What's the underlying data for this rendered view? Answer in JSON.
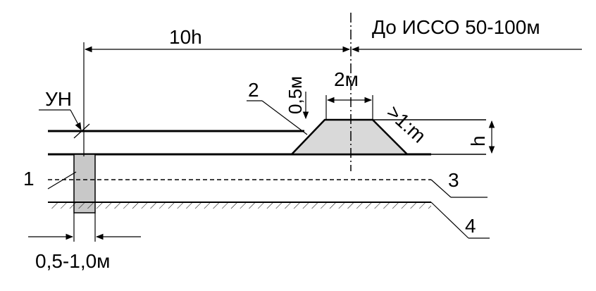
{
  "labels": {
    "distance_10h": "10h",
    "to_isso": "До ИССО 50-100м",
    "un": "УН",
    "berm_height": "0,5м",
    "berm_top_width": "2м",
    "slope": ">1:m",
    "h": "h",
    "callout_1": "1",
    "callout_2": "2",
    "callout_3": "3",
    "callout_4": "4",
    "pile_width": "0,5-1,0м"
  },
  "colors": {
    "line": "#000000",
    "fill_gray": "#cccccc",
    "background": "#ffffff"
  }
}
